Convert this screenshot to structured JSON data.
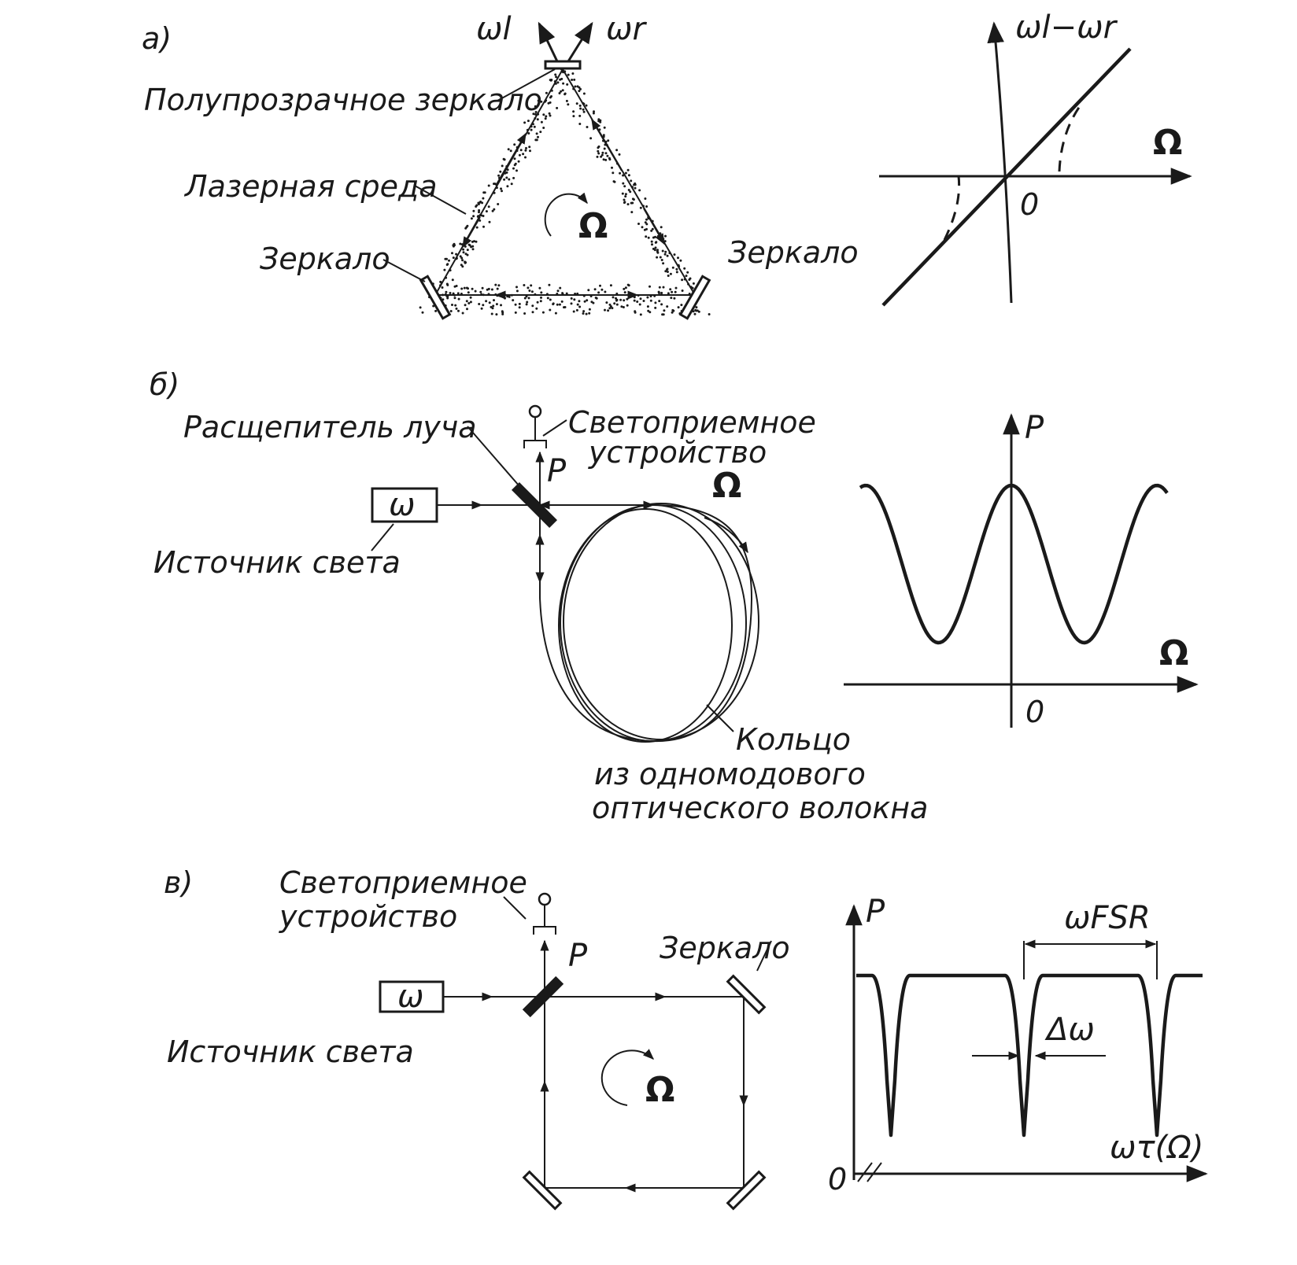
{
  "colors": {
    "ink": "#1a1a1a",
    "background": "#ffffff"
  },
  "panel_a": {
    "label": "а)",
    "omega_l": "ωl",
    "omega_r": "ωr",
    "semi_mirror": "Полупрозрачное зеркало",
    "laser_medium": "Лазерная среда",
    "mirror_left": "Зеркало",
    "mirror_right": "Зеркало",
    "rotation": "Ω",
    "graph": {
      "ylabel": "ωl−ωr",
      "xlabel": "Ω",
      "origin": "0"
    }
  },
  "panel_b": {
    "label": "б)",
    "beam_splitter": "Расщепитель луча",
    "detector_line1": "Светоприемное",
    "detector_line2": "устройство",
    "p_label": "P",
    "rotation": "Ω",
    "source_symbol": "ω",
    "source_label": "Источник света",
    "ring_line1": "Кольцо",
    "ring_line2": "из одномодового",
    "ring_line3": "оптического волокна",
    "graph": {
      "ylabel": "P",
      "xlabel": "Ω",
      "origin": "0"
    }
  },
  "panel_c": {
    "label": "в)",
    "detector_line1": "Светоприемное",
    "detector_line2": "устройство",
    "p_label": "P",
    "mirror": "Зеркало",
    "source_symbol": "ω",
    "source_label": "Источник света",
    "rotation": "Ω",
    "graph": {
      "ylabel": "P",
      "fsr": "ωFSR",
      "width": "Δω",
      "xlabel": "ωτ(Ω)",
      "origin": "0"
    }
  }
}
